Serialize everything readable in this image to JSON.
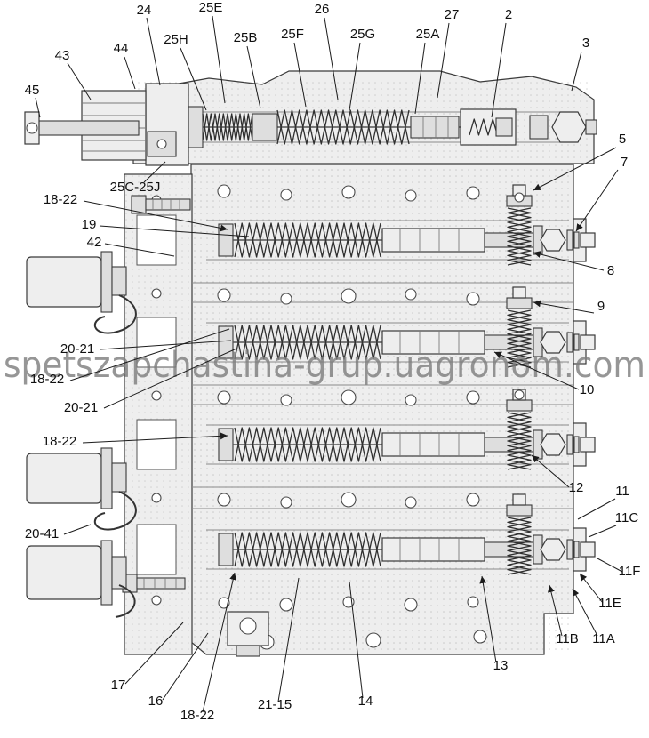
{
  "watermark": {
    "text": "spetszapchastina-grup.uagronom.com"
  },
  "callouts": {
    "c24": {
      "label": "24"
    },
    "c25E": {
      "label": "25E"
    },
    "c26": {
      "label": "26"
    },
    "c27": {
      "label": "27"
    },
    "c2": {
      "label": "2"
    },
    "c3": {
      "label": "3"
    },
    "c43": {
      "label": "43"
    },
    "c44": {
      "label": "44"
    },
    "c25H": {
      "label": "25H"
    },
    "c25B": {
      "label": "25B"
    },
    "c25F": {
      "label": "25F"
    },
    "c25G": {
      "label": "25G"
    },
    "c25A": {
      "label": "25A"
    },
    "c45": {
      "label": "45"
    },
    "c25CJ": {
      "label": "25C-25J"
    },
    "c1822a": {
      "label": "18-22"
    },
    "c19": {
      "label": "19"
    },
    "c42": {
      "label": "42"
    },
    "c5": {
      "label": "5"
    },
    "c7": {
      "label": "7"
    },
    "c8": {
      "label": "8"
    },
    "c9": {
      "label": "9"
    },
    "c10": {
      "label": "10"
    },
    "c2021a": {
      "label": "20-21"
    },
    "c1822b": {
      "label": "18-22"
    },
    "c2021b": {
      "label": "20-21"
    },
    "c1822c": {
      "label": "18-22"
    },
    "c12": {
      "label": "12"
    },
    "c11": {
      "label": "11"
    },
    "c11C": {
      "label": "11C"
    },
    "c2041": {
      "label": "20-41"
    },
    "c11F": {
      "label": "11F"
    },
    "c11E": {
      "label": "11E"
    },
    "c11B": {
      "label": "11B"
    },
    "c11A": {
      "label": "11A"
    },
    "c13": {
      "label": "13"
    },
    "c17": {
      "label": "17"
    },
    "c16": {
      "label": "16"
    },
    "c1822d": {
      "label": "18-22"
    },
    "c2115": {
      "label": "21-15"
    },
    "c14": {
      "label": "14"
    }
  }
}
